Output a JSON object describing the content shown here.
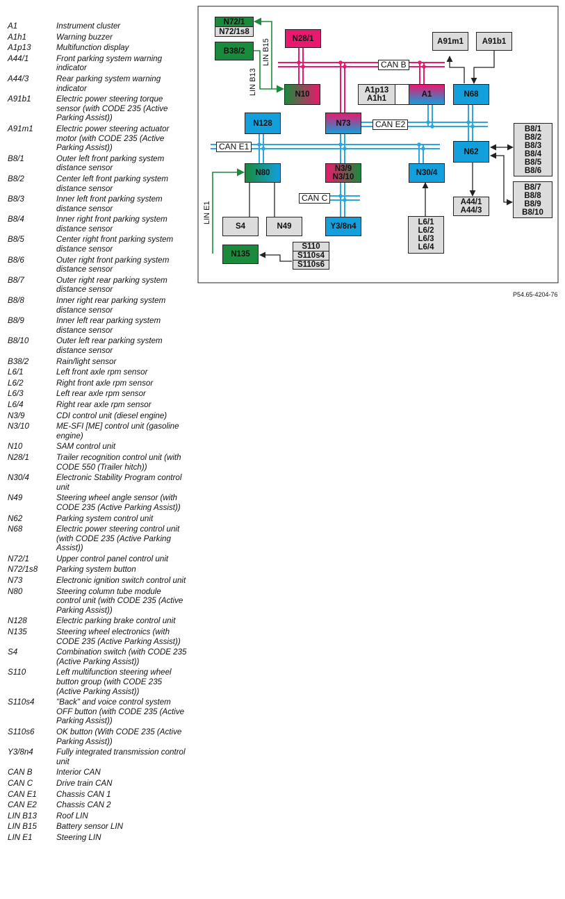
{
  "legend": [
    {
      "code": "A1",
      "desc": "Instrument cluster"
    },
    {
      "code": "A1h1",
      "desc": "Warning buzzer"
    },
    {
      "code": "A1p13",
      "desc": "Multifunction display"
    },
    {
      "code": "A44/1",
      "desc": "Front parking system warning indicator"
    },
    {
      "code": "A44/3",
      "desc": "Rear parking system warning indicator"
    },
    {
      "code": "A91b1",
      "desc": "Electric power steering torque sensor (with CODE 235 (Active Parking Assist))"
    },
    {
      "code": "A91m1",
      "desc": "Electric power steering actuator motor (with CODE 235 (Active Parking Assist))"
    },
    {
      "code": "B8/1",
      "desc": "Outer left front parking system distance sensor"
    },
    {
      "code": "B8/2",
      "desc": "Center left front parking system distance sensor"
    },
    {
      "code": "B8/3",
      "desc": "Inner left front parking system distance sensor"
    },
    {
      "code": "B8/4",
      "desc": "Inner right front parking system distance sensor"
    },
    {
      "code": "B8/5",
      "desc": "Center right front parking system distance sensor"
    },
    {
      "code": "B8/6",
      "desc": "Outer right front parking system distance sensor"
    },
    {
      "code": "B8/7",
      "desc": "Outer right rear parking system distance sensor"
    },
    {
      "code": "B8/8",
      "desc": "Inner right rear parking system distance sensor"
    },
    {
      "code": "B8/9",
      "desc": "Inner left rear parking system distance sensor"
    },
    {
      "code": "B8/10",
      "desc": "Outer left rear parking system distance sensor"
    },
    {
      "code": "B38/2",
      "desc": "Rain/light sensor"
    },
    {
      "code": "L6/1",
      "desc": "Left front axle rpm sensor"
    },
    {
      "code": "L6/2",
      "desc": "Right front axle rpm sensor"
    },
    {
      "code": "L6/3",
      "desc": "Left rear axle rpm sensor"
    },
    {
      "code": "L6/4",
      "desc": "Right rear axle rpm sensor"
    },
    {
      "code": "N3/9",
      "desc": "CDI control unit (diesel engine)"
    },
    {
      "code": "N3/10",
      "desc": "ME-SFI [ME] control unit (gasoline engine)"
    },
    {
      "code": "N10",
      "desc": "SAM control unit"
    },
    {
      "code": "N28/1",
      "desc": "Trailer recognition control unit (with CODE 550 (Trailer hitch))"
    },
    {
      "code": "N30/4",
      "desc": "Electronic Stability Program control unit"
    },
    {
      "code": "N49",
      "desc": "Steering wheel angle sensor (with CODE 235 (Active Parking Assist))"
    },
    {
      "code": "N62",
      "desc": "Parking system control unit"
    },
    {
      "code": "N68",
      "desc": "Electric power steering control unit (with CODE 235 (Active Parking Assist))"
    },
    {
      "code": "N72/1",
      "desc": "Upper control panel control unit"
    },
    {
      "code": "N72/1s8",
      "desc": "Parking system button"
    },
    {
      "code": "N73",
      "desc": "Electronic ignition switch control unit"
    },
    {
      "code": "N80",
      "desc": "Steering column tube module control unit (with CODE 235 (Active Parking Assist))"
    },
    {
      "code": "N128",
      "desc": "Electric parking brake control unit"
    },
    {
      "code": "N135",
      "desc": "Steering wheel electronics (with CODE 235 (Active Parking Assist))"
    },
    {
      "code": "S4",
      "desc": "Combination switch (with CODE 235 (Active Parking Assist))"
    },
    {
      "code": "S110",
      "desc": "Left multifunction steering wheel button group (with CODE 235 (Active Parking Assist))"
    },
    {
      "code": "S110s4",
      "desc": "\"Back\" and voice control system OFF button (with CODE 235 (Active Parking Assist))"
    },
    {
      "code": "S110s6",
      "desc": "OK button (With CODE 235 (Active Parking Assist))"
    },
    {
      "code": "Y3/8n4",
      "desc": "Fully integrated transmission control unit"
    },
    {
      "code": "CAN B",
      "desc": "Interior CAN"
    },
    {
      "code": "CAN C",
      "desc": "Drive train CAN"
    },
    {
      "code": "CAN E1",
      "desc": "Chassis CAN 1"
    },
    {
      "code": "CAN E2",
      "desc": "Chassis CAN 2"
    },
    {
      "code": "LIN B13",
      "desc": "Roof LIN"
    },
    {
      "code": "LIN B15",
      "desc": "Battery sensor LIN"
    },
    {
      "code": "LIN E1",
      "desc": "Steering LIN"
    }
  ],
  "diagram": {
    "boxes": {
      "n72_1": "N72/1",
      "n72_1s8": "N72/1s8",
      "n28_1": "N28/1",
      "b38_2": "B38/2",
      "n10": "N10",
      "a91m1": "A91m1",
      "a91b1": "A91b1",
      "a1p13": "A1p13",
      "a1h1": "A1h1",
      "a1": "A1",
      "n68": "N68",
      "n128": "N128",
      "n73": "N73",
      "n62": "N62",
      "n80": "N80",
      "n3_9": "N3/9",
      "n3_10": "N3/10",
      "n30_4": "N30/4",
      "s4": "S4",
      "n49": "N49",
      "y3_8n4": "Y3/8n4",
      "a44_1": "A44/1",
      "a44_3": "A44/3",
      "l6_1": "L6/1",
      "l6_2": "L6/2",
      "l6_3": "L6/3",
      "l6_4": "L6/4",
      "n135": "N135",
      "s110": "S110",
      "s110s4": "S110s4",
      "s110s6": "S110s6",
      "b8_1": "B8/1",
      "b8_2": "B8/2",
      "b8_3": "B8/3",
      "b8_4": "B8/4",
      "b8_5": "B8/5",
      "b8_6": "B8/6",
      "b8_7": "B8/7",
      "b8_8": "B8/8",
      "b8_9": "B8/9",
      "b8_10": "B8/10"
    },
    "buses": {
      "can_b": "CAN B",
      "can_e2": "CAN E2",
      "can_e1": "CAN E1",
      "can_c": "CAN C"
    },
    "lins": {
      "lin_b15": "LIN B15",
      "lin_b13": "LIN B13",
      "lin_e1": "LIN E1"
    },
    "colors": {
      "can_b": "#e8196e",
      "can_blue": "#2aa7e0",
      "lin": "#1a8a3c",
      "line": "#222222"
    }
  },
  "caption": "P54.65-4204-76"
}
